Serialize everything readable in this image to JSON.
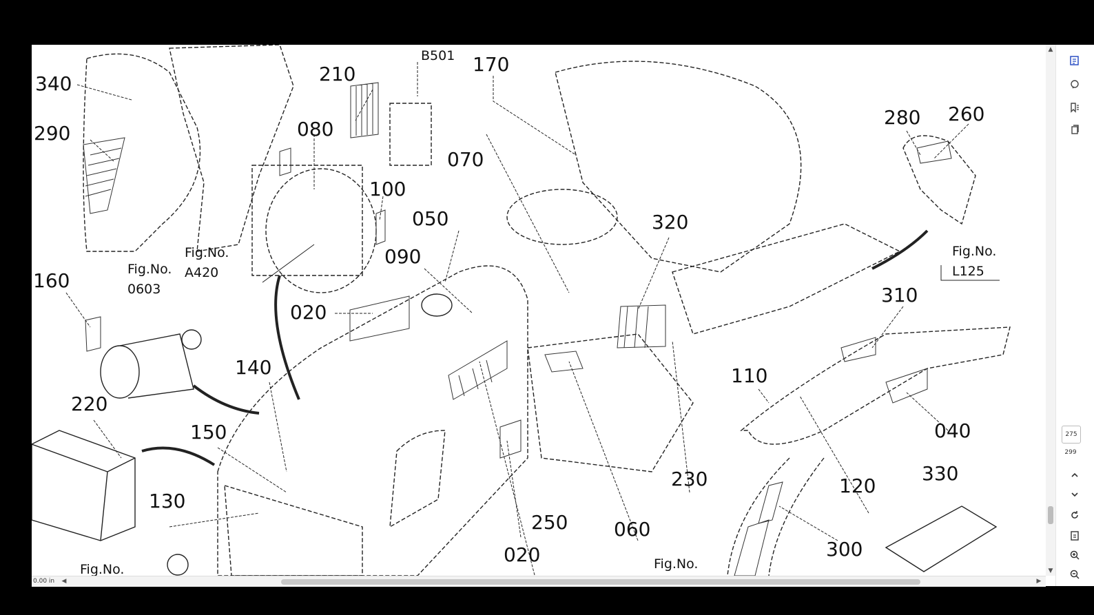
{
  "viewer": {
    "zoom_readout": "0.00 in",
    "current_page": "275",
    "total_pages": "299",
    "icons": {
      "top": [
        "edit-panel-icon",
        "chat-icon",
        "bookmark-list-icon",
        "pages-icon"
      ],
      "bottom": [
        "previous-page-icon",
        "next-page-icon",
        "rotate-icon",
        "page-fit-icon",
        "zoom-in-icon",
        "zoom-out-icon"
      ]
    }
  },
  "drawing": {
    "callouts": {
      "c340": "340",
      "c290": "290",
      "c210": "210",
      "cB501": "B501",
      "c170": "170",
      "c080": "080",
      "c070": "070",
      "c100": "100",
      "c050": "050",
      "c090": "090",
      "c280": "280",
      "c260": "260",
      "c320": "320",
      "c160": "160",
      "c020a": "020",
      "c310": "310",
      "c140": "140",
      "c110": "110",
      "c220": "220",
      "c150": "150",
      "c040": "040",
      "c230": "230",
      "c130": "130",
      "c120": "120",
      "c330": "330",
      "c250": "250",
      "c060": "060",
      "c020b": "020",
      "c300": "300"
    },
    "figure_refs": {
      "a420_line1": "Fig.No.",
      "a420_line2": "A420",
      "f0603_line1": "Fig.No.",
      "f0603_line2": "0603",
      "l125_line1": "Fig.No.",
      "l125_line2": "L125",
      "bottom_left": "Fig.No.",
      "bottom_center": "Fig.No."
    }
  }
}
